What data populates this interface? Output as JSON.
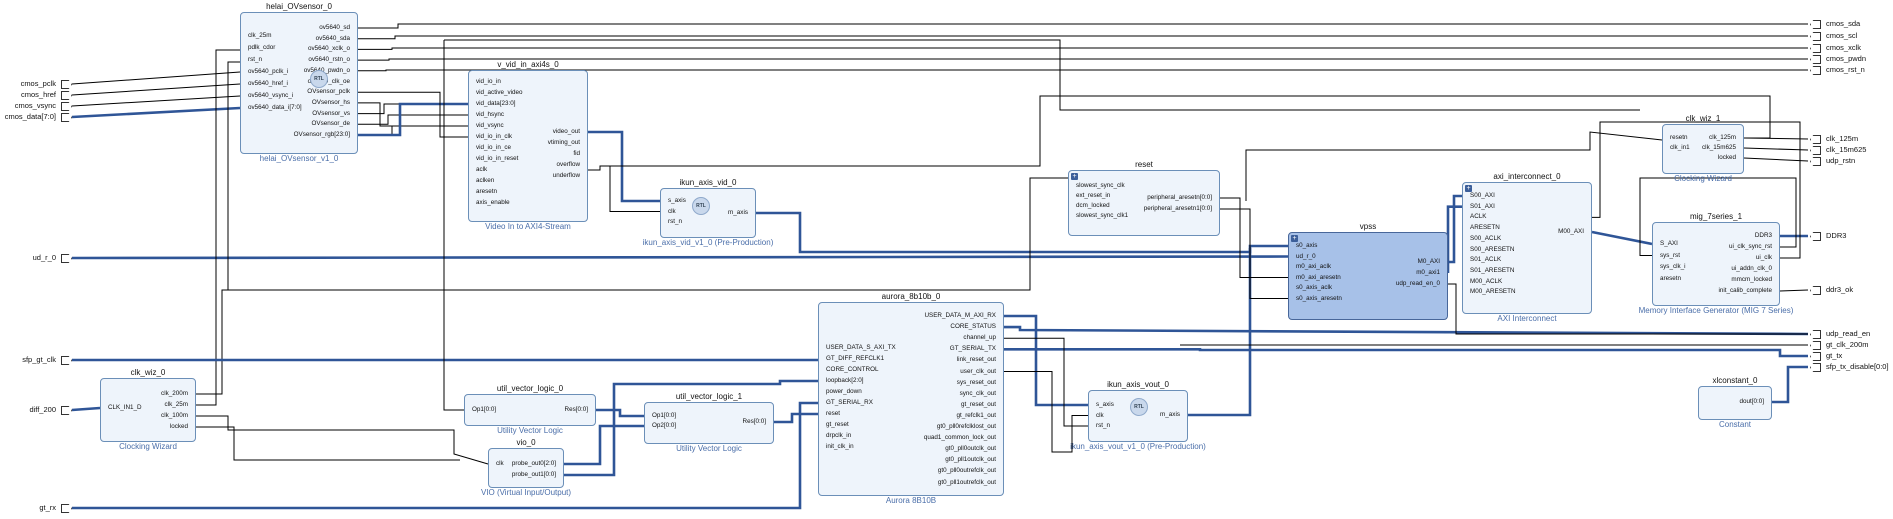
{
  "blocks": {
    "helai": {
      "instance": "helai_OVsensor_0",
      "module": "helai_OVsensor_v1_0",
      "left_pins": [
        "clk_25m",
        "pdlk_cdor",
        "rst_n",
        "ov5640_pclk_i",
        "ov5640_href_i",
        "ov5640_vsync_i",
        "ov5640_data_i[7:0]"
      ],
      "right_pins": [
        "ov5640_sd",
        "ov5640_sda",
        "ov5640_xclk_o",
        "ov5640_rstn_o",
        "ov5640_pwdn_o",
        "ov5640_clk_oe",
        "OVsensor_pclk",
        "OVsensor_hs",
        "OVsensor_vs",
        "OVsensor_de",
        "OVsensor_rgb[23:0]"
      ],
      "rtl": "RTL"
    },
    "vvid": {
      "instance": "v_vid_in_axi4s_0",
      "module": "Video In to AXI4-Stream",
      "left_pins": [
        "vid_io_in",
        "vid_active_video",
        "vid_data[23:0]",
        "vid_hsync",
        "vid_vsync",
        "vid_io_in_clk",
        "vid_io_in_ce",
        "vid_io_in_reset",
        "aclk",
        "aclken",
        "aresetn",
        "axis_enable"
      ],
      "right_pins": [
        "video_out",
        "vtiming_out",
        "fid",
        "overflow",
        "underflow"
      ]
    },
    "ikun_vid": {
      "instance": "ikun_axis_vid_0",
      "module": "ikun_axis_vid_v1_0 (Pre-Production)",
      "left_pins": [
        "s_axis",
        "clk",
        "rst_n"
      ],
      "right_pins": [
        "m_axis"
      ],
      "rtl": "RTL"
    },
    "reset": {
      "instance": "reset",
      "left_pins": [
        "slowest_sync_clk",
        "ext_reset_in",
        "dcm_locked",
        "slowest_sync_clk1"
      ],
      "right_pins": [
        "peripheral_aresetn[0:0]",
        "peripheral_aresetn1[0:0]"
      ]
    },
    "vpss": {
      "instance": "vpss",
      "left_pins": [
        "s0_axis",
        "ud_r_0",
        "m0_axi_aclk",
        "m0_axi_aresetn",
        "s0_axis_aclk",
        "s0_axis_aresetn"
      ],
      "right_pins": [
        "M0_AXI",
        "m0_axi1",
        "udp_read_en_0"
      ]
    },
    "axi_ic": {
      "instance": "axi_interconnect_0",
      "module": "AXI Interconnect",
      "left_pins": [
        "S00_AXI",
        "S01_AXI",
        "ACLK",
        "ARESETN",
        "S00_ACLK",
        "S00_ARESETN",
        "S01_ACLK",
        "S01_ARESETN",
        "M00_ACLK",
        "M00_ARESETN"
      ],
      "right_pins": [
        "M00_AXI"
      ]
    },
    "clkwiz1": {
      "instance": "clk_wiz_1",
      "module": "Clocking Wizard",
      "left_pins": [
        "resetn",
        "clk_in1"
      ],
      "right_pins": [
        "clk_125m",
        "clk_15m625",
        "locked"
      ]
    },
    "mig": {
      "instance": "mig_7series_1",
      "module": "Memory Interface Generator (MIG 7 Series)",
      "left_pins": [
        "S_AXI",
        "sys_rst",
        "sys_clk_i",
        "aresetn"
      ],
      "right_pins": [
        "DDR3",
        "ui_clk_sync_rst",
        "ui_clk",
        "ui_addn_clk_0",
        "mmcm_locked",
        "init_calib_complete"
      ]
    },
    "aurora": {
      "instance": "aurora_8b10b_0",
      "module": "Aurora 8B10B",
      "left_pins": [
        "USER_DATA_S_AXI_TX",
        "GT_DIFF_REFCLK1",
        "CORE_CONTROL",
        "loopback[2:0]",
        "power_down",
        "GT_SERIAL_RX",
        "reset",
        "gt_reset",
        "drpclk_in",
        "init_clk_in"
      ],
      "right_pins": [
        "USER_DATA_M_AXI_RX",
        "CORE_STATUS",
        "channel_up",
        "GT_SERIAL_TX",
        "link_reset_out",
        "user_clk_out",
        "sys_reset_out",
        "sync_clk_out",
        "gt_reset_out",
        "gt_refclk1_out",
        "gt0_pll0refclklost_out",
        "quad1_common_lock_out",
        "gt0_pll0outclk_out",
        "gt0_pll1outclk_out",
        "gt0_pll0outrefclk_out",
        "gt0_pll1outrefclk_out"
      ]
    },
    "clkwiz0": {
      "instance": "clk_wiz_0",
      "module": "Clocking Wizard",
      "left_pins": [
        "CLK_IN1_D"
      ],
      "right_pins": [
        "clk_200m",
        "clk_25m",
        "clk_100m",
        "locked"
      ]
    },
    "uvl0": {
      "instance": "util_vector_logic_0",
      "module": "Utility Vector Logic",
      "left_pins": [
        "Op1[0:0]"
      ],
      "right_pins": [
        "Res[0:0]"
      ]
    },
    "uvl1": {
      "instance": "util_vector_logic_1",
      "module": "Utility Vector Logic",
      "left_pins": [
        "Op1[0:0]",
        "Op2[0:0]"
      ],
      "right_pins": [
        "Res[0:0]"
      ]
    },
    "vio": {
      "instance": "vio_0",
      "module": "VIO (Virtual Input/Output)",
      "left_pins": [
        "clk"
      ],
      "right_pins": [
        "probe_out0[2:0]",
        "probe_out1[0:0]"
      ]
    },
    "ikun_vout": {
      "instance": "ikun_axis_vout_0",
      "module": "ikun_axis_vout_v1_0 (Pre-Production)",
      "left_pins": [
        "s_axis",
        "clk",
        "rst_n"
      ],
      "right_pins": [
        "m_axis"
      ],
      "rtl": "RTL"
    },
    "xlconst": {
      "instance": "xlconstant_0",
      "module": "Constant",
      "right_pins": [
        "dout[0:0]"
      ]
    }
  },
  "left_ports": [
    "cmos_pclk",
    "cmos_href",
    "cmos_vsync",
    "cmos_data[7:0]",
    "ud_r_0",
    "sfp_gt_clk",
    "diff_200",
    "gt_rx"
  ],
  "right_ports": [
    "cmos_sda",
    "cmos_scl",
    "cmos_xclk",
    "cmos_pwdn",
    "cmos_rst_n",
    "clk_125m",
    "clk_15m625",
    "udp_rstn",
    "DDR3",
    "ddr3_ok",
    "udp_read_en",
    "gt_clk_200m",
    "gt_tx",
    "sfp_tx_disable[0:0]"
  ],
  "colors": {
    "wire": "#000000",
    "bus": "#2f5597",
    "block_fill": "#eef4fb",
    "block_fill_hl": "#a7c1e8",
    "block_border": "#6b8fb8",
    "subtitle": "#4a6ea9"
  }
}
